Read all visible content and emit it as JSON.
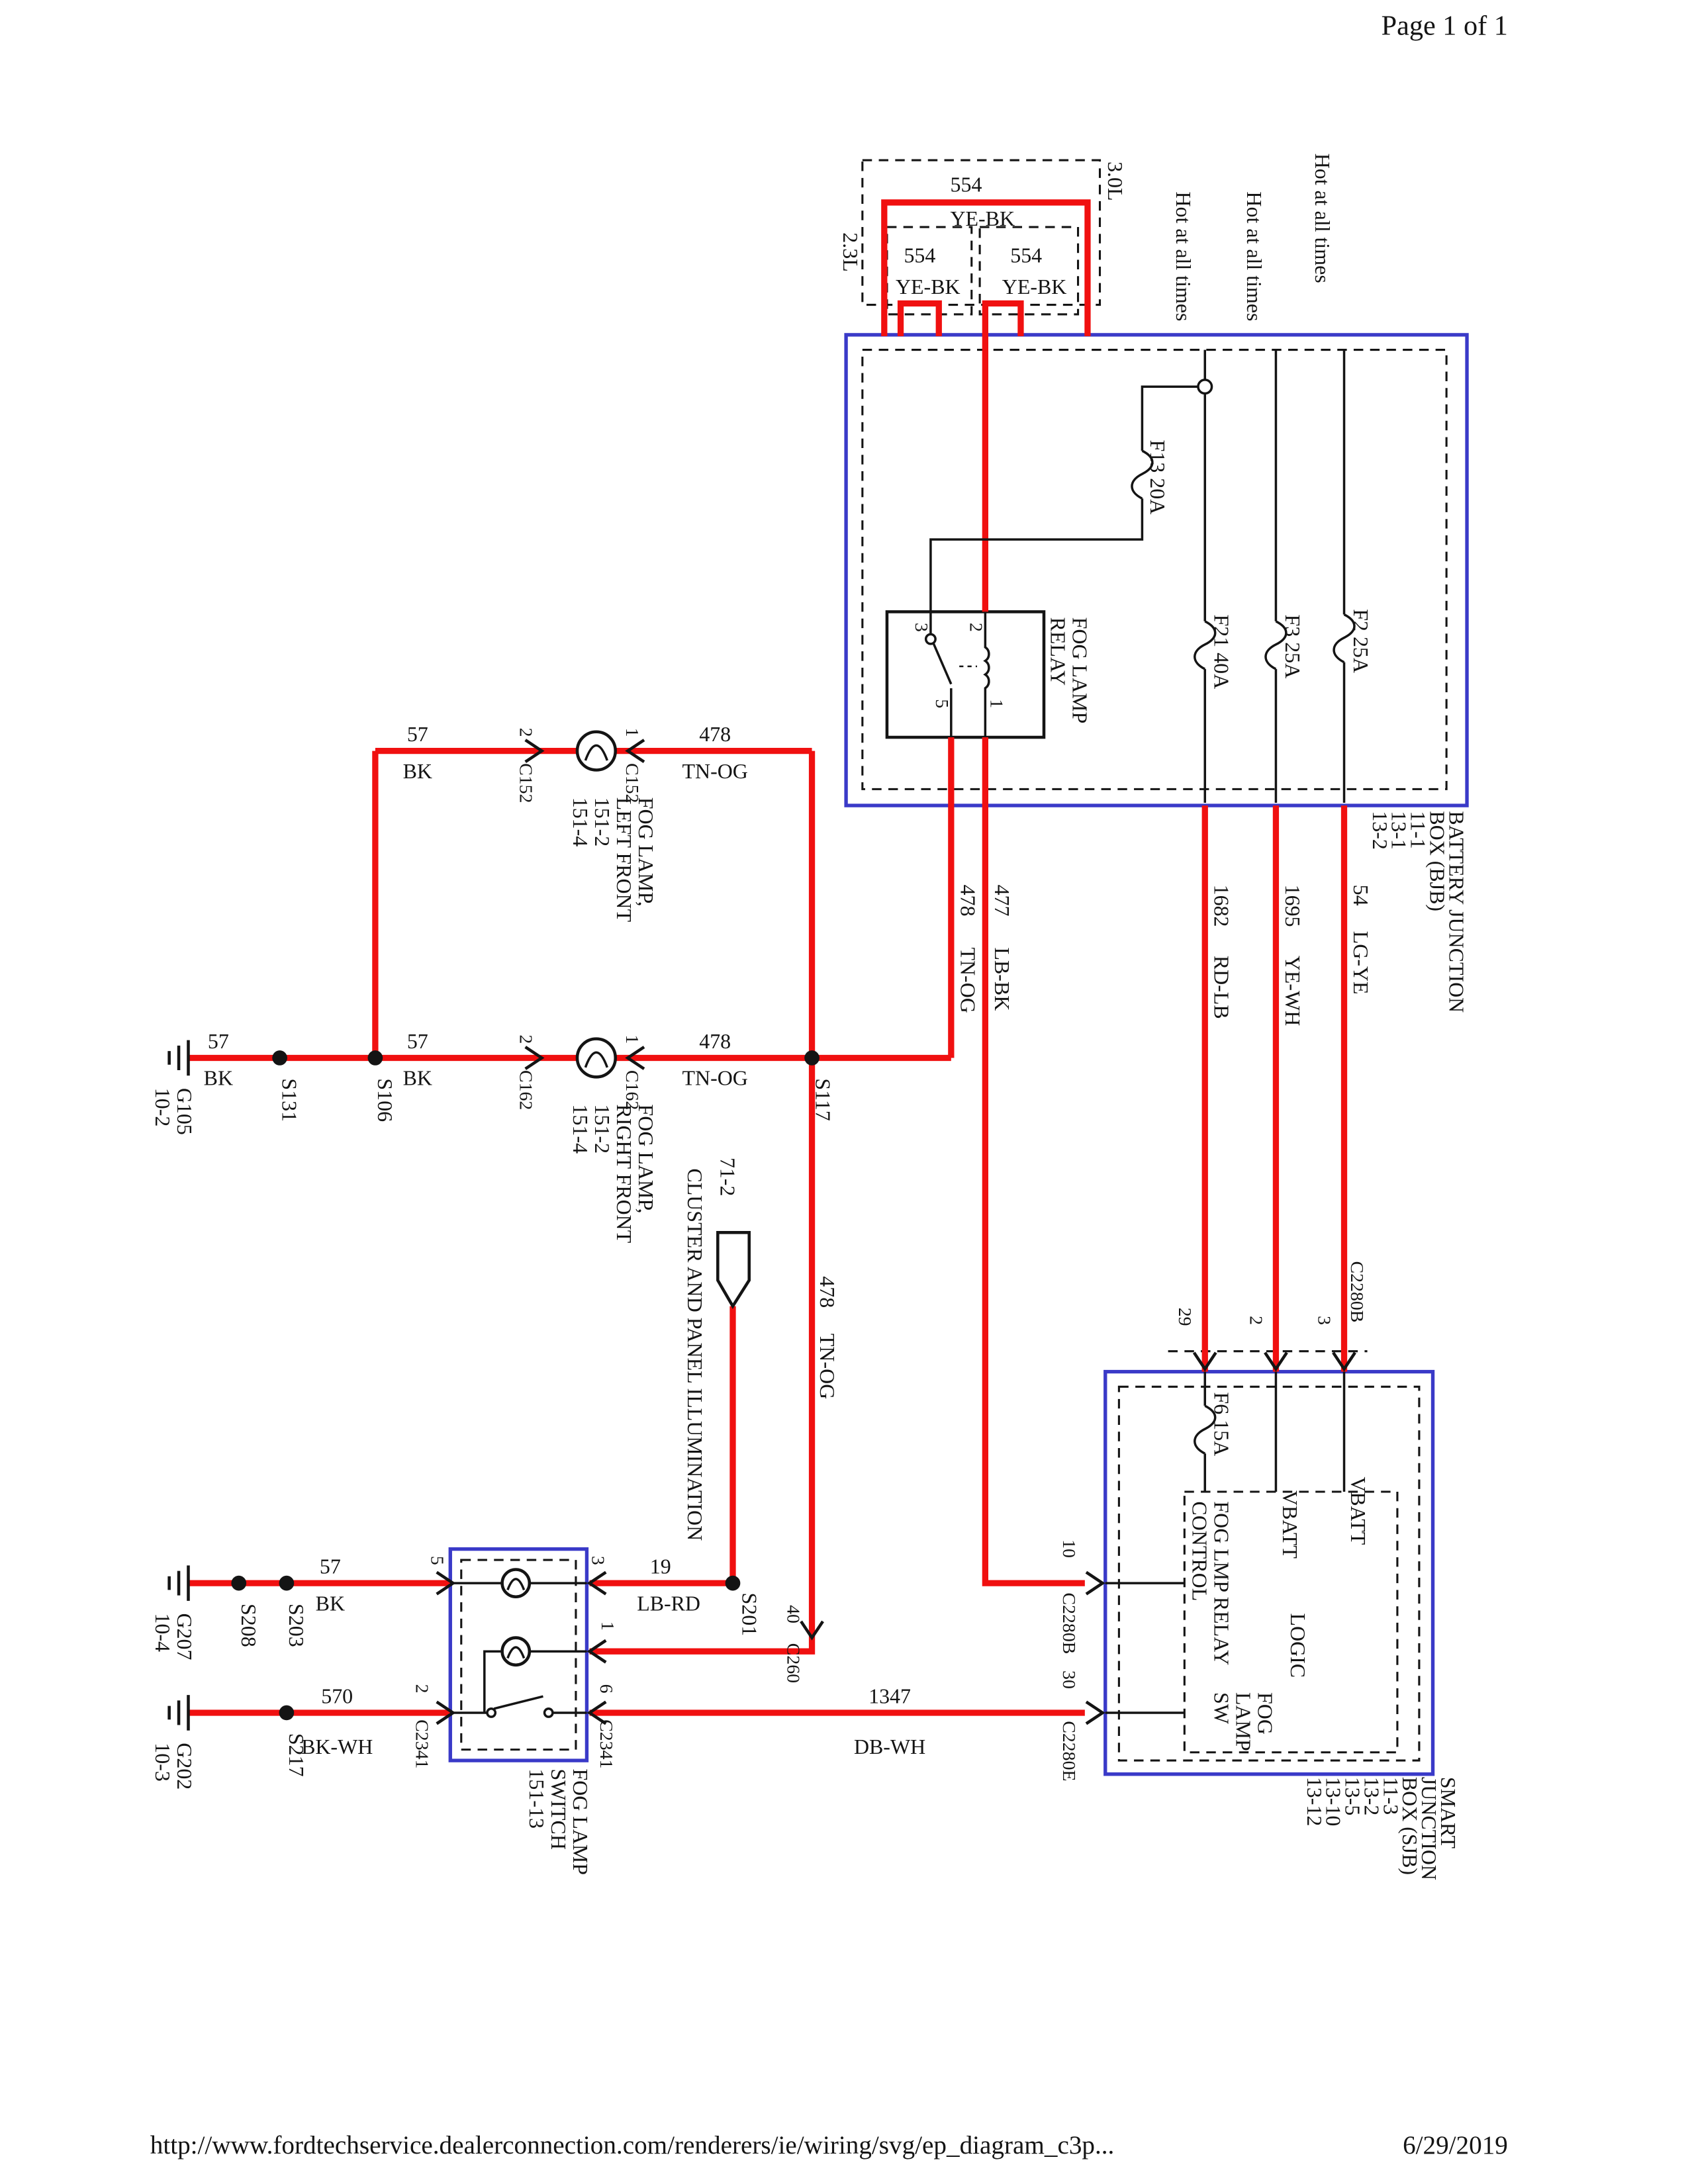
{
  "page": {
    "header": "Page 1 of 1",
    "footer_url": "http://www.fordtechservice.dealerconnection.com/renderers/ie/wiring/svg/ep_diagram_c3p...",
    "footer_date": "6/29/2019"
  },
  "colors": {
    "wire_red": "#f01010",
    "box_blue": "#3a3ac8",
    "line_black": "#141414"
  },
  "engine": {
    "v30": "3.0L",
    "v23": "2.3L"
  },
  "power_labels": {
    "hot": "Hot at all times"
  },
  "wires": {
    "w554": {
      "num": "554",
      "color": "YE-BK"
    },
    "w57": {
      "num": "57",
      "color": "BK"
    },
    "w478": {
      "num": "478",
      "color": "TN-OG"
    },
    "w477": {
      "num": "477",
      "color": "LB-BK"
    },
    "w1682": {
      "num": "1682",
      "color": "RD-LB"
    },
    "w1695": {
      "num": "1695",
      "color": "YE-WH"
    },
    "w54": {
      "num": "54",
      "color": "LG-YE"
    },
    "w19": {
      "num": "19",
      "color": "LB-RD"
    },
    "w570": {
      "num": "570",
      "color": "BK-WH"
    },
    "w1347": {
      "num": "1347",
      "color": "DB-WH"
    }
  },
  "bjb": {
    "label_lines": [
      "BATTERY JUNCTION",
      "BOX (BJB)",
      "11-1",
      "13-1",
      "13-2"
    ],
    "relay": {
      "label_lines": [
        "FOG LAMP",
        "RELAY"
      ],
      "pins": {
        "p3": "3",
        "p2": "2",
        "p5": "5",
        "p1": "1"
      }
    },
    "fuses": {
      "f13": "F13 20A",
      "f21": "F21 40A",
      "f3": "F3 25A",
      "f2": "F2 25A"
    }
  },
  "sjb": {
    "label_lines": [
      "SMART",
      "JUNCTION",
      "BOX (SJB)",
      "11-3",
      "13-2",
      "13-5",
      "13-10",
      "13-12"
    ],
    "fuse_f6": "F6 15A",
    "internal": {
      "relay_control_lines": [
        "FOG LMP RELAY",
        "CONTROL"
      ],
      "vbatt1": "VBATT",
      "vbatt2": "VBATT",
      "logic": "LOGIC",
      "sw_lines": [
        "FOG",
        "LAMP",
        "SW"
      ]
    },
    "pins": {
      "p29": "29",
      "p2": "2",
      "p3": "3",
      "c2280b_top": "C2280B",
      "p10": "10",
      "c2280b_left": "C2280B",
      "p30": "30",
      "c2280e": "C2280E"
    }
  },
  "lamps": {
    "left": {
      "label_lines": [
        "FOG LAMP,",
        "LEFT FRONT",
        "151-2",
        "151-4"
      ],
      "pin_left": "2",
      "pin_right": "1",
      "conn": "C152"
    },
    "right": {
      "label_lines": [
        "FOG LAMP,",
        "RIGHT FRONT",
        "151-2",
        "151-4"
      ],
      "pin_left": "2",
      "pin_right": "1",
      "conn": "C162"
    }
  },
  "switch": {
    "label_lines": [
      "FOG LAMP",
      "SWITCH",
      "151-13"
    ],
    "pins": {
      "p5": "5",
      "p3": "3",
      "p1": "1",
      "p2": "2",
      "p6": "6"
    },
    "conn": "C2341"
  },
  "cluster": {
    "label": "CLUSTER AND PANEL ILLUMINATION",
    "ref": "71-2"
  },
  "grounds": {
    "g105": {
      "name": "G105",
      "ref": "10-2"
    },
    "g207": {
      "name": "G207",
      "ref": "10-4"
    },
    "g202": {
      "name": "G202",
      "ref": "10-3"
    }
  },
  "splices": {
    "s131": "S131",
    "s106": "S106",
    "s117": "S117",
    "s201": "S201",
    "s208": "S208",
    "s203": "S203",
    "s217": "S217"
  },
  "connectors": {
    "c260": {
      "pin": "40",
      "name": "C260"
    }
  }
}
